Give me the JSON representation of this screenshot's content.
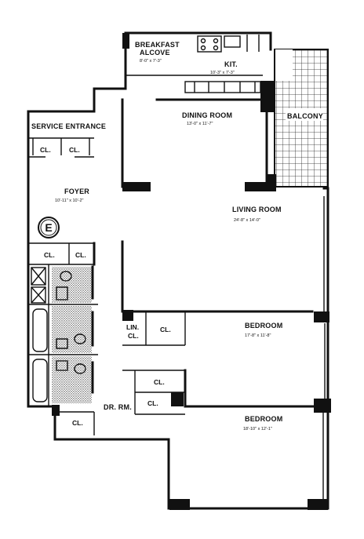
{
  "rooms": {
    "breakfast_alcove": {
      "line1": "BREAKFAST",
      "line2": "ALCOVE",
      "dim": "8'-0\" x 7'-3\""
    },
    "kitchen": {
      "name": "KIT.",
      "dim": "10'-3\" x 7'-3\""
    },
    "dining_room": {
      "name": "DINING ROOM",
      "dim": "13'-0\" x 11'-7\""
    },
    "balcony": {
      "name": "BALCONY"
    },
    "service_entrance": {
      "name": "SERVICE ENTRANCE"
    },
    "foyer": {
      "name": "FOYER",
      "dim": "10'-11\" x 10'-2\""
    },
    "living_room": {
      "name": "LIVING ROOM",
      "dim": "24'-8\" x 14'-0\""
    },
    "bedroom_1": {
      "name": "BEDROOM",
      "dim": "17'-8\" x 11'-8\""
    },
    "bedroom_2": {
      "name": "BEDROOM",
      "dim": "18'-10\" x 12'-1\""
    },
    "dressing_room": {
      "name": "DR. RM."
    }
  },
  "closets": {
    "cl_service_1": "CL.",
    "cl_service_2": "CL.",
    "cl_foyer_1": "CL.",
    "cl_foyer_2": "CL.",
    "lin_line1": "LIN.",
    "lin_line2": "CL.",
    "cl_bed1": "CL.",
    "cl_mid_1": "CL.",
    "cl_mid_2": "CL.",
    "cl_drrm": "CL."
  },
  "elevator_symbol": "E"
}
